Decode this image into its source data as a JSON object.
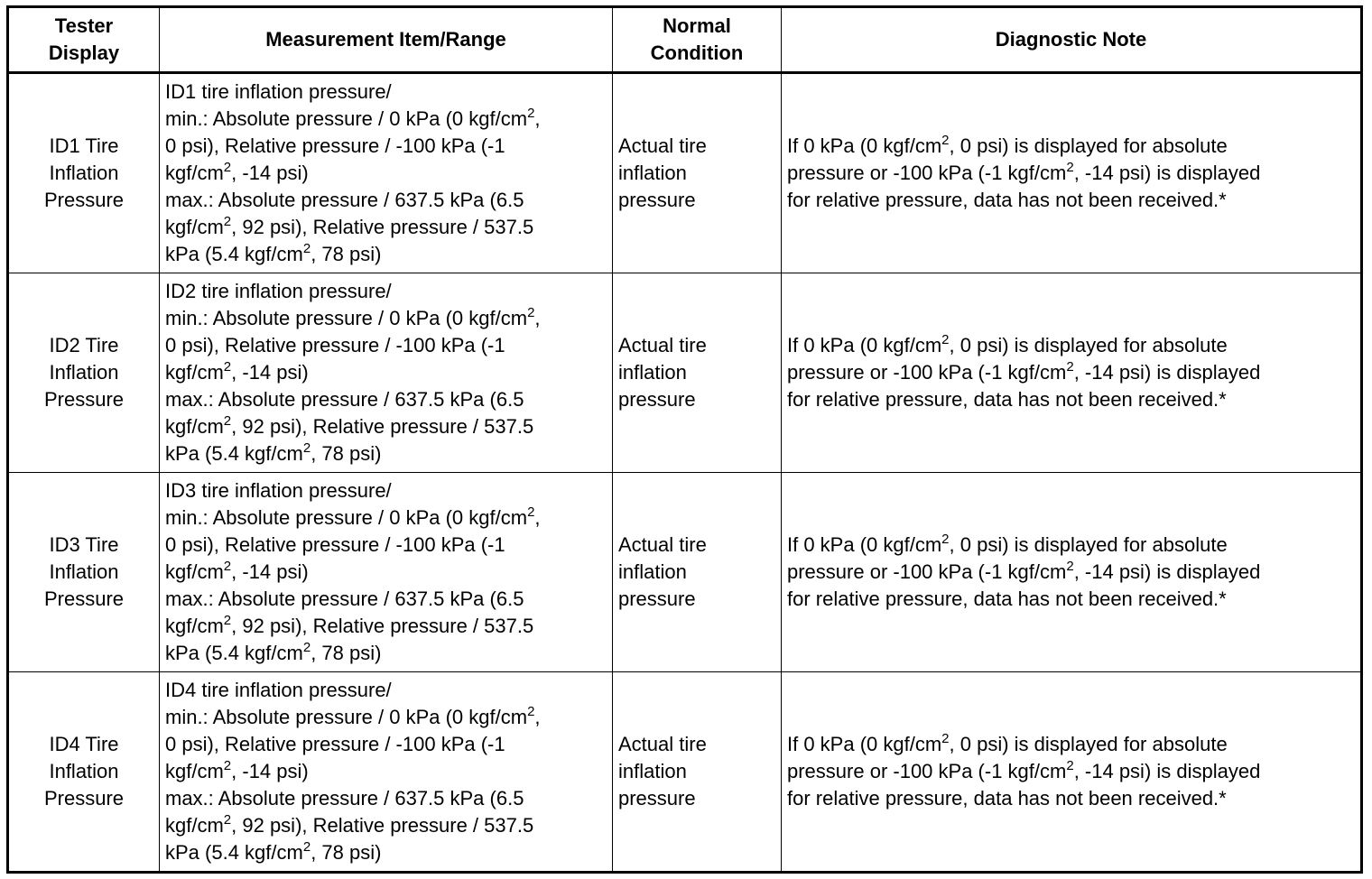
{
  "headers": {
    "tester_display": [
      "Tester",
      "Display"
    ],
    "measurement": "Measurement Item/Range",
    "normal_condition": [
      "Normal",
      "Condition"
    ],
    "diagnostic_note": "Diagnostic Note"
  },
  "rows": [
    {
      "display": [
        "ID1 Tire",
        "Inflation",
        "Pressure"
      ],
      "measurement": {
        "item": "ID1 tire inflation pressure/",
        "l2a": "min.: Absolute pressure / 0 kPa (0 kgf/cm",
        "l2b": ",",
        "l3": "0 psi), Relative pressure / -100 kPa (-1",
        "l4a": "kgf/cm",
        "l4b": ", -14 psi)",
        "l5": "max.: Absolute pressure / 637.5 kPa (6.5",
        "l6a": "kgf/cm",
        "l6b": ", 92 psi), Relative pressure / 537.5",
        "l7a": "kPa (5.4 kgf/cm",
        "l7b": ", 78 psi)"
      },
      "normal": [
        "Actual tire",
        "inflation",
        "pressure"
      ],
      "note": {
        "l1a": "If 0 kPa (0 kgf/cm",
        "l1b": ", 0 psi) is displayed for absolute",
        "l2a": "pressure or -100 kPa (-1 kgf/cm",
        "l2b": ", -14 psi) is displayed",
        "l3": "for relative pressure, data has not been received.*"
      }
    },
    {
      "display": [
        "ID2 Tire",
        "Inflation",
        "Pressure"
      ],
      "measurement": {
        "item": "ID2 tire inflation pressure/",
        "l2a": "min.: Absolute pressure / 0 kPa (0 kgf/cm",
        "l2b": ",",
        "l3": "0 psi), Relative pressure / -100 kPa (-1",
        "l4a": "kgf/cm",
        "l4b": ", -14 psi)",
        "l5": "max.: Absolute pressure / 637.5 kPa (6.5",
        "l6a": "kgf/cm",
        "l6b": ", 92 psi), Relative pressure / 537.5",
        "l7a": "kPa (5.4 kgf/cm",
        "l7b": ", 78 psi)"
      },
      "normal": [
        "Actual tire",
        "inflation",
        "pressure"
      ],
      "note": {
        "l1a": "If 0 kPa (0 kgf/cm",
        "l1b": ", 0 psi) is displayed for absolute",
        "l2a": "pressure or -100 kPa (-1 kgf/cm",
        "l2b": ", -14 psi) is displayed",
        "l3": "for relative pressure, data has not been received.*"
      }
    },
    {
      "display": [
        "ID3 Tire",
        "Inflation",
        "Pressure"
      ],
      "measurement": {
        "item": "ID3 tire inflation pressure/",
        "l2a": "min.: Absolute pressure / 0 kPa (0 kgf/cm",
        "l2b": ",",
        "l3": "0 psi), Relative pressure / -100 kPa (-1",
        "l4a": "kgf/cm",
        "l4b": ", -14 psi)",
        "l5": "max.: Absolute pressure / 637.5 kPa (6.5",
        "l6a": "kgf/cm",
        "l6b": ", 92 psi), Relative pressure / 537.5",
        "l7a": "kPa (5.4 kgf/cm",
        "l7b": ", 78 psi)"
      },
      "normal": [
        "Actual tire",
        "inflation",
        "pressure"
      ],
      "note": {
        "l1a": "If 0 kPa (0 kgf/cm",
        "l1b": ", 0 psi) is displayed for absolute",
        "l2a": "pressure or -100 kPa (-1 kgf/cm",
        "l2b": ", -14 psi) is displayed",
        "l3": "for relative pressure, data has not been received.*"
      }
    },
    {
      "display": [
        "ID4 Tire",
        "Inflation",
        "Pressure"
      ],
      "measurement": {
        "item": "ID4 tire inflation pressure/",
        "l2a": "min.: Absolute pressure / 0 kPa (0 kgf/cm",
        "l2b": ",",
        "l3": "0 psi), Relative pressure / -100 kPa (-1",
        "l4a": "kgf/cm",
        "l4b": ", -14 psi)",
        "l5": "max.: Absolute pressure / 637.5 kPa (6.5",
        "l6a": "kgf/cm",
        "l6b": ", 92 psi), Relative pressure / 537.5",
        "l7a": "kPa (5.4 kgf/cm",
        "l7b": ", 78 psi)"
      },
      "normal": [
        "Actual tire",
        "inflation",
        "pressure"
      ],
      "note": {
        "l1a": "If 0 kPa (0 kgf/cm",
        "l1b": ", 0 psi) is displayed for absolute",
        "l2a": "pressure or -100 kPa (-1 kgf/cm",
        "l2b": ", -14 psi) is displayed",
        "l3": "for relative pressure, data has not been received.*"
      }
    }
  ],
  "superscript": "2"
}
